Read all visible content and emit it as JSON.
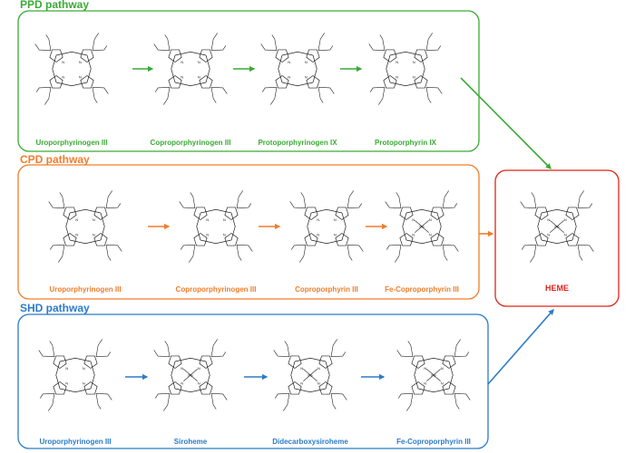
{
  "colors": {
    "ppd": "#3aaa35",
    "cpd": "#f07d2b",
    "shd": "#2b7bc8",
    "heme": "#e0241b",
    "structure": "#222222"
  },
  "pathways": [
    {
      "title": "PPD pathway",
      "color": "#3aaa35",
      "compounds": [
        {
          "label": "Uroporphyrinogen III",
          "metal": false
        },
        {
          "label": "Coproporphyrinogen III",
          "metal": false
        },
        {
          "label": "Protoporphyrinogen IX",
          "metal": false
        },
        {
          "label": "Protoporphyrin IX",
          "metal": false
        }
      ]
    },
    {
      "title": "CPD pathway",
      "color": "#f07d2b",
      "compounds": [
        {
          "label": "Uroporphyrinogen III",
          "metal": false
        },
        {
          "label": "Coproporphyrinogen III",
          "metal": false
        },
        {
          "label": "Coproporphyrin III",
          "metal": false
        },
        {
          "label": "Fe-Coproporphyrin III",
          "metal": true
        }
      ]
    },
    {
      "title": "SHD pathway",
      "color": "#2b7bc8",
      "compounds": [
        {
          "label": "Uroporphyrinogen III",
          "metal": false
        },
        {
          "label": "Siroheme",
          "metal": true
        },
        {
          "label": "Didecarboxysiroheme",
          "metal": true
        },
        {
          "label": "Fe-Coproporphyrin III",
          "metal": true
        }
      ]
    }
  ],
  "heme": {
    "label": "HEME",
    "color": "#e0241b",
    "metal": true
  }
}
